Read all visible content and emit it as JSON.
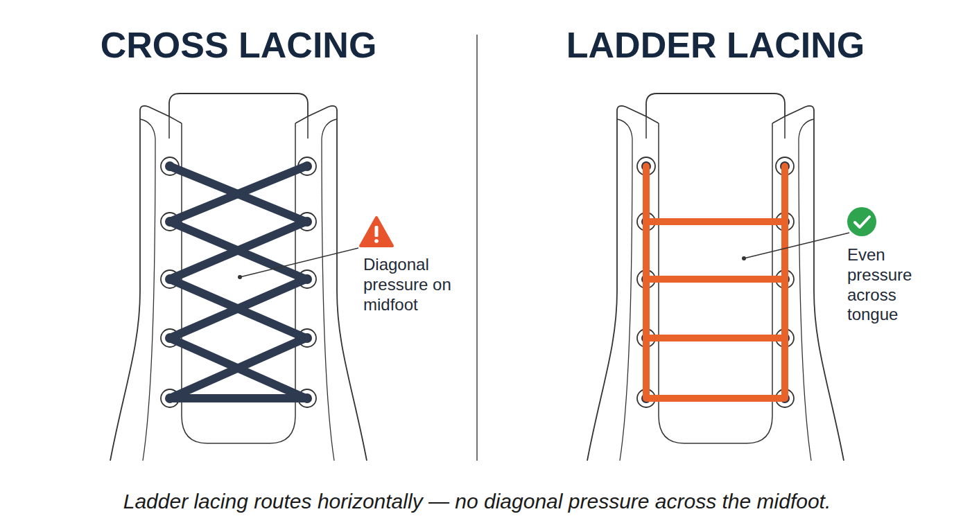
{
  "diagram": {
    "caption": "Ladder lacing routes horizontally — no diagonal pressure across the midfoot.",
    "labels": [
      "CROSS LACING",
      "LADDER LACING",
      "Diagonal pressure on midfoot",
      "Even pressure across tongue"
    ]
  }
}
